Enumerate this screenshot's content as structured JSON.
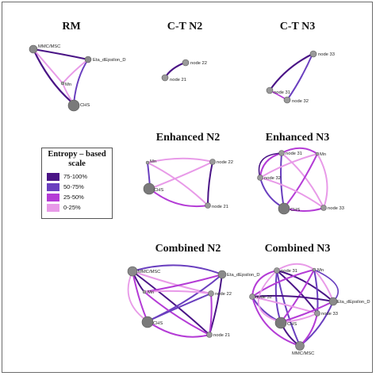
{
  "panels": [
    {
      "id": "rm",
      "title": "RM",
      "nodes": [
        {
          "name": "MMC/MSC",
          "label": "MMC/MSC"
        },
        {
          "name": "Eta_dEpsilon_D",
          "label": "Eta_dEpsilon_D"
        },
        {
          "name": "Mn",
          "label": "Mn"
        },
        {
          "name": "CHS",
          "label": "CHS"
        }
      ]
    },
    {
      "id": "ct2",
      "title": "C-T N2",
      "nodes": [
        {
          "name": "node 22",
          "label": "node 22"
        },
        {
          "name": "node 21",
          "label": "node 21"
        }
      ]
    },
    {
      "id": "ct3",
      "title": "C-T N3",
      "nodes": [
        {
          "name": "node 33",
          "label": "node 33"
        },
        {
          "name": "node 31",
          "label": "node 31"
        },
        {
          "name": "node 32",
          "label": "node 32"
        }
      ]
    },
    {
      "id": "en2",
      "title": "Enhanced N2",
      "nodes": [
        {
          "name": "Mn",
          "label": "Mn"
        },
        {
          "name": "node 22",
          "label": "node 22"
        },
        {
          "name": "CHS",
          "label": "CHS"
        },
        {
          "name": "node 21",
          "label": "node 21"
        }
      ]
    },
    {
      "id": "en3",
      "title": "Enhanced N3",
      "nodes": [
        {
          "name": "node 31",
          "label": "node 31"
        },
        {
          "name": "Mn",
          "label": "Mn"
        },
        {
          "name": "node 32",
          "label": "node 32"
        },
        {
          "name": "CHS",
          "label": "CHS"
        },
        {
          "name": "node 33",
          "label": "node 33"
        }
      ]
    },
    {
      "id": "co2",
      "title": "Combined N2",
      "nodes": [
        {
          "name": "MMC/MSC",
          "label": "MMC/MSC"
        },
        {
          "name": "Eta_dEpsilon_D",
          "label": "Eta_dEpsilon_D"
        },
        {
          "name": "Mn",
          "label": "Mn"
        },
        {
          "name": "node 22",
          "label": "node 22"
        },
        {
          "name": "CHS",
          "label": "CHS"
        },
        {
          "name": "node 21",
          "label": "node 21"
        }
      ]
    },
    {
      "id": "co3",
      "title": "Combined N3",
      "nodes": [
        {
          "name": "node 31",
          "label": "node 31"
        },
        {
          "name": "Mn",
          "label": "Mn"
        },
        {
          "name": "node 32",
          "label": "node 32"
        },
        {
          "name": "Eta_dEpsilon_D",
          "label": "Eta_dEpsilon_D"
        },
        {
          "name": "CHS",
          "label": "CHS"
        },
        {
          "name": "node 33",
          "label": "node 33"
        },
        {
          "name": "MMC/MSC",
          "label": "MMC/MSC"
        }
      ]
    }
  ],
  "legend": {
    "title": "Entropy – based scale",
    "items": [
      {
        "label": "75-100%",
        "color": "#4a1486"
      },
      {
        "label": "50-75%",
        "color": "#6a3fbf"
      },
      {
        "label": "25-50%",
        "color": "#b43cd6"
      },
      {
        "label": "0-25%",
        "color": "#e89ae8"
      }
    ]
  },
  "edge_colors": {
    "75-100%": "#4a1486",
    "50-75%": "#6a3fbf",
    "25-50%": "#b43cd6",
    "0-25%": "#e89ae8"
  }
}
